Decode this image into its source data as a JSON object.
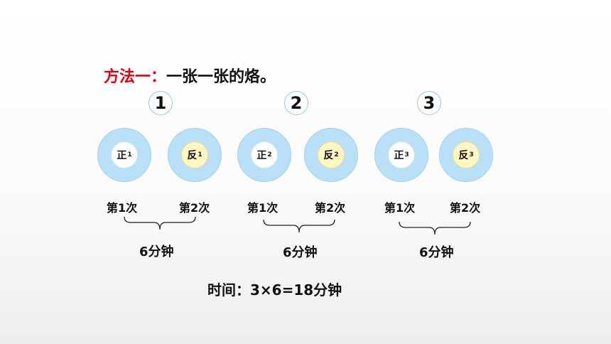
{
  "heading": {
    "method": "方法一：",
    "desc": "一张一张的烙。"
  },
  "groups": [
    {
      "index": "1",
      "front": "正",
      "back": "反",
      "sub": "1",
      "first": "第1次",
      "second": "第2次",
      "time": "6分钟"
    },
    {
      "index": "2",
      "front": "正",
      "back": "反",
      "sub": "2",
      "first": "第1次",
      "second": "第2次",
      "time": "6分钟"
    },
    {
      "index": "3",
      "front": "正",
      "back": "反",
      "sub": "3",
      "first": "第1次",
      "second": "第2次",
      "time": "6分钟"
    }
  ],
  "total": "时间：3×6=18分钟",
  "colors": {
    "accent_red": "#e60012",
    "pan_blue": "#b9e0f6",
    "cake_back": "#fff6c4"
  }
}
